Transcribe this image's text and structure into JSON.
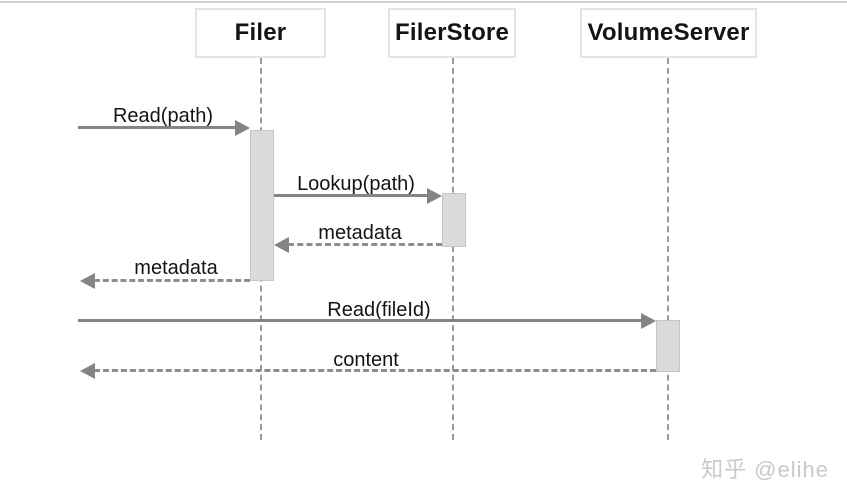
{
  "diagram": {
    "type": "sequence-diagram",
    "participants": [
      {
        "name": "Filer"
      },
      {
        "name": "FilerStore"
      },
      {
        "name": "VolumeServer"
      }
    ],
    "messages": [
      {
        "label": "Read(path)",
        "from": "left-edge",
        "to": "Filer",
        "style": "solid"
      },
      {
        "label": "Lookup(path)",
        "from": "Filer",
        "to": "FilerStore",
        "style": "solid"
      },
      {
        "label": "metadata",
        "from": "FilerStore",
        "to": "Filer",
        "style": "dashed"
      },
      {
        "label": "metadata",
        "from": "Filer",
        "to": "left-edge",
        "style": "dashed"
      },
      {
        "label": "Read(fileId)",
        "from": "left-edge",
        "to": "VolumeServer",
        "style": "solid"
      },
      {
        "label": "content",
        "from": "VolumeServer",
        "to": "left-edge",
        "style": "dashed"
      }
    ]
  },
  "watermark": {
    "text": "知乎 @elihe"
  },
  "colors": {
    "arrow": "#848484",
    "lifeline": "#9a9a9a",
    "activation_fill": "#dbdbdb",
    "activation_border": "#c6c6c6",
    "box_border": "#e4e4e4",
    "text": "#141414",
    "watermark": "#c9c9c9",
    "background": "#ffffff"
  }
}
